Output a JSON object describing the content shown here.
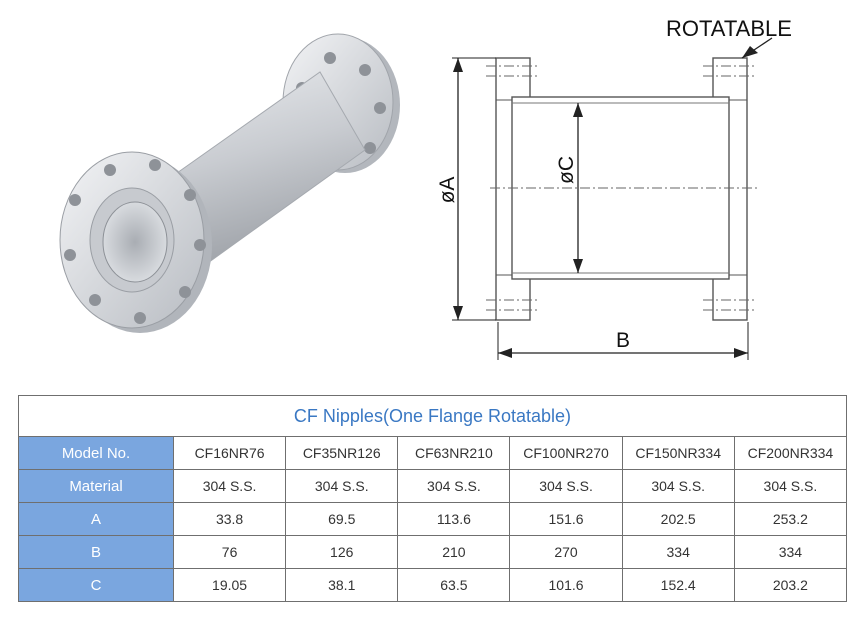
{
  "drawing": {
    "callout": "ROTATABLE",
    "dim_a": "øA",
    "dim_b": "B",
    "dim_c": "øC"
  },
  "table": {
    "title": "CF Nipples(One Flange Rotatable)",
    "rows": [
      {
        "label": "Model No.",
        "values": [
          "CF16NR76",
          "CF35NR126",
          "CF63NR210",
          "CF100NR270",
          "CF150NR334",
          "CF200NR334"
        ]
      },
      {
        "label": "Material",
        "values": [
          "304 S.S.",
          "304 S.S.",
          "304 S.S.",
          "304 S.S.",
          "304 S.S.",
          "304 S.S."
        ]
      },
      {
        "label": "A",
        "values": [
          "33.8",
          "69.5",
          "113.6",
          "151.6",
          "202.5",
          "253.2"
        ]
      },
      {
        "label": "B",
        "values": [
          "76",
          "126",
          "210",
          "270",
          "334",
          "334"
        ]
      },
      {
        "label": "C",
        "values": [
          "19.05",
          "38.1",
          "63.5",
          "101.6",
          "152.4",
          "203.2"
        ]
      }
    ]
  },
  "colors": {
    "title_text": "#3a78c3",
    "header_fill": "#7aa6df",
    "border": "#6f6f6f"
  }
}
